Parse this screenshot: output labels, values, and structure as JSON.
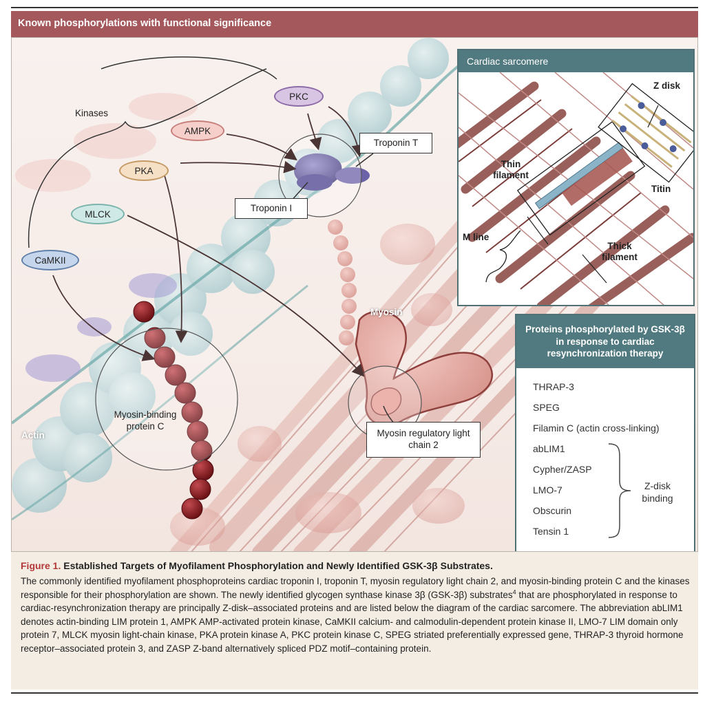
{
  "banner": {
    "title": "Known phosphorylations with functional significance"
  },
  "diagram": {
    "kinases_label": "Kinases",
    "kinases": {
      "pkc": "PKC",
      "ampk": "AMPK",
      "pka": "PKA",
      "mlck": "MLCK",
      "camkii": "CaMKII"
    },
    "callouts": {
      "troponin_t": "Troponin T",
      "troponin_i": "Troponin I",
      "myosin_binding_protein_c": "Myosin-binding protein C",
      "myosin_regulatory_light_chain_2": "Myosin regulatory light chain 2"
    },
    "structure_labels": {
      "actin": "Actin",
      "myosin": "Myosin"
    },
    "colors": {
      "banner": "#a4585b",
      "panel_header": "#517a80",
      "figure_number": "#b43838"
    }
  },
  "inset": {
    "title": "Cardiac sarcomere",
    "labels": {
      "z_disk": "Z disk",
      "thin_filament": "Thin filament",
      "titin": "Titin",
      "m_line": "M line",
      "thick_filament": "Thick filament"
    }
  },
  "proteins_panel": {
    "title": "Proteins phosphorylated by GSK-3β in response to cardiac resynchronization therapy",
    "items": [
      "THRAP-3",
      "SPEG",
      "Filamin C (actin cross-linking)",
      "abLIM1",
      "Cypher/ZASP",
      "LMO-7",
      "Obscurin",
      "Tensin 1"
    ],
    "zdisk_binding_label": "Z-disk binding"
  },
  "caption": {
    "figure_number": "Figure 1.",
    "title": "Established Targets of Myofilament Phosphorylation and Newly Identified GSK-3β Substrates.",
    "body_part1": "The commonly identified myofilament phosphoproteins cardiac troponin I, troponin T, myosin regulatory light chain 2, and myosin-binding protein C and the kinases responsible for their phosphorylation are shown. The newly identified glycogen synthase kinase 3β (GSK-3β) substrates",
    "body_ref": "4",
    "body_part2": " that are phosphorylated in response to cardiac-resynchronization therapy are principally Z-disk–associated proteins and are listed below the diagram of the cardiac sarcomere. The abbreviation abLIM1 denotes actin-binding LIM protein 1, AMPK AMP-activated protein kinase, CaMKII calcium- and calmodulin-dependent protein kinase II, LMO-7 LIM domain only protein 7, MLCK myosin light-chain kinase, PKA protein kinase A, PKC protein kinase C, SPEG striated preferentially expressed gene, THRAP-3 thyroid hormone receptor–associated protein 3, and ZASP Z-band alternatively spliced PDZ motif–containing protein."
  }
}
